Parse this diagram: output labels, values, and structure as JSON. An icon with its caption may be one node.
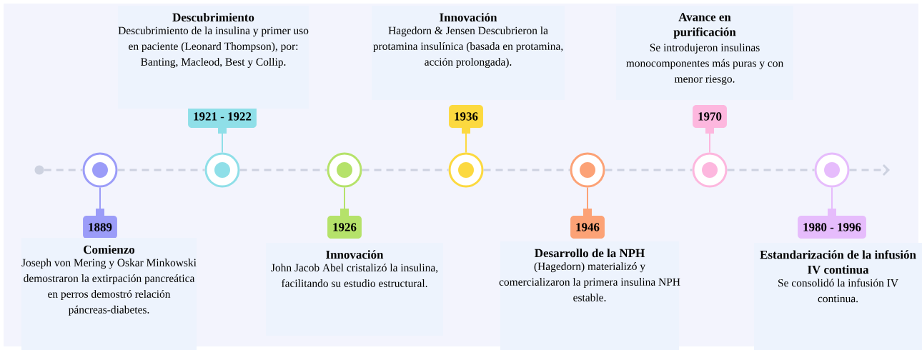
{
  "diagram": {
    "nodes": [
      {
        "text": [],
        "shape": "circle"
      },
      {
        "text": [],
        "shape": "circle"
      },
      {
        "text": [
          "1889"
        ]
      },
      {
        "text": [
          "Comienzo",
          "Joseph von Mering y Oskar Minkowski demostraron la extirpación pancreática en perros demostró relación páncreas-diabetes."
        ]
      },
      {
        "text": [],
        "shape": "circle"
      },
      {
        "text": [
          "1921 - 1922"
        ]
      },
      {
        "text": [
          "Descubrimiento",
          "Descubrimiento de la insulina y primer uso en paciente (Leonard Thompson), por: Banting, Macleod, Best y Collip."
        ]
      },
      {
        "text": [],
        "shape": "circle"
      },
      {
        "text": [
          "1926"
        ]
      },
      {
        "text": [
          "Innovación",
          "John Jacob Abel cristalizó la insulina, facilitando su estudio estructural."
        ]
      },
      {
        "text": [],
        "shape": "circle"
      },
      {
        "text": [
          "1936"
        ]
      },
      {
        "text": [
          "Innovación",
          "Hagedorn & Jensen Descubrieron la protamina insulínica (basada en protamina, acción prolongada)."
        ]
      },
      {
        "text": [],
        "shape": "circle"
      },
      {
        "text": [
          "1946"
        ]
      },
      {
        "text": [
          "Desarrollo de la NPH",
          "(Hagedorn) materializó y comercializaron la primera insulina NPH estable."
        ]
      },
      {
        "text": [],
        "shape": "circle"
      },
      {
        "text": [
          "1970"
        ]
      },
      {
        "text": [
          "Avance en purificación",
          "Se introdujeron insulinas monocomponentes más puras y con menor riesgo."
        ]
      },
      {
        "text": [],
        "shape": "circle"
      },
      {
        "text": [
          "1980 - 1996"
        ]
      },
      {
        "text": [
          "Estandarización de la infusión IV continua",
          "Se consolidó la infusión IV continua."
        ]
      }
    ],
    "edges": [
      {
        "from": 0,
        "to": 1,
        "arrow": "none",
        "style": "dashed"
      },
      {
        "from": 1,
        "to": 4,
        "arrow": "none",
        "style": "dashed"
      },
      {
        "from": 4,
        "to": 7,
        "arrow": "none",
        "style": "dashed"
      },
      {
        "from": 7,
        "to": 10,
        "arrow": "none",
        "style": "dashed"
      },
      {
        "from": 10,
        "to": 13,
        "arrow": "none",
        "style": "dashed"
      },
      {
        "from": 13,
        "to": 16,
        "arrow": "none",
        "style": "dashed"
      },
      {
        "from": 16,
        "to": 19,
        "arrow": "none",
        "style": "dashed"
      },
      {
        "from": 19,
        "to": null,
        "arrow": "to",
        "style": "dashed"
      },
      {
        "from": 1,
        "to": 2,
        "arrow": "none",
        "color": "#9b9cf8"
      },
      {
        "from": 4,
        "to": 5,
        "arrow": "none",
        "color": "#8fdfe8"
      },
      {
        "from": 7,
        "to": 8,
        "arrow": "none",
        "color": "#b5e26a"
      },
      {
        "from": 10,
        "to": 11,
        "arrow": "none",
        "color": "#fcd93f"
      },
      {
        "from": 13,
        "to": 14,
        "arrow": "none",
        "color": "#fca276"
      },
      {
        "from": 16,
        "to": 17,
        "arrow": "none",
        "color": "#fdb7de"
      },
      {
        "from": 19,
        "to": 20,
        "arrow": "none",
        "color": "#e6bcfc"
      }
    ]
  }
}
